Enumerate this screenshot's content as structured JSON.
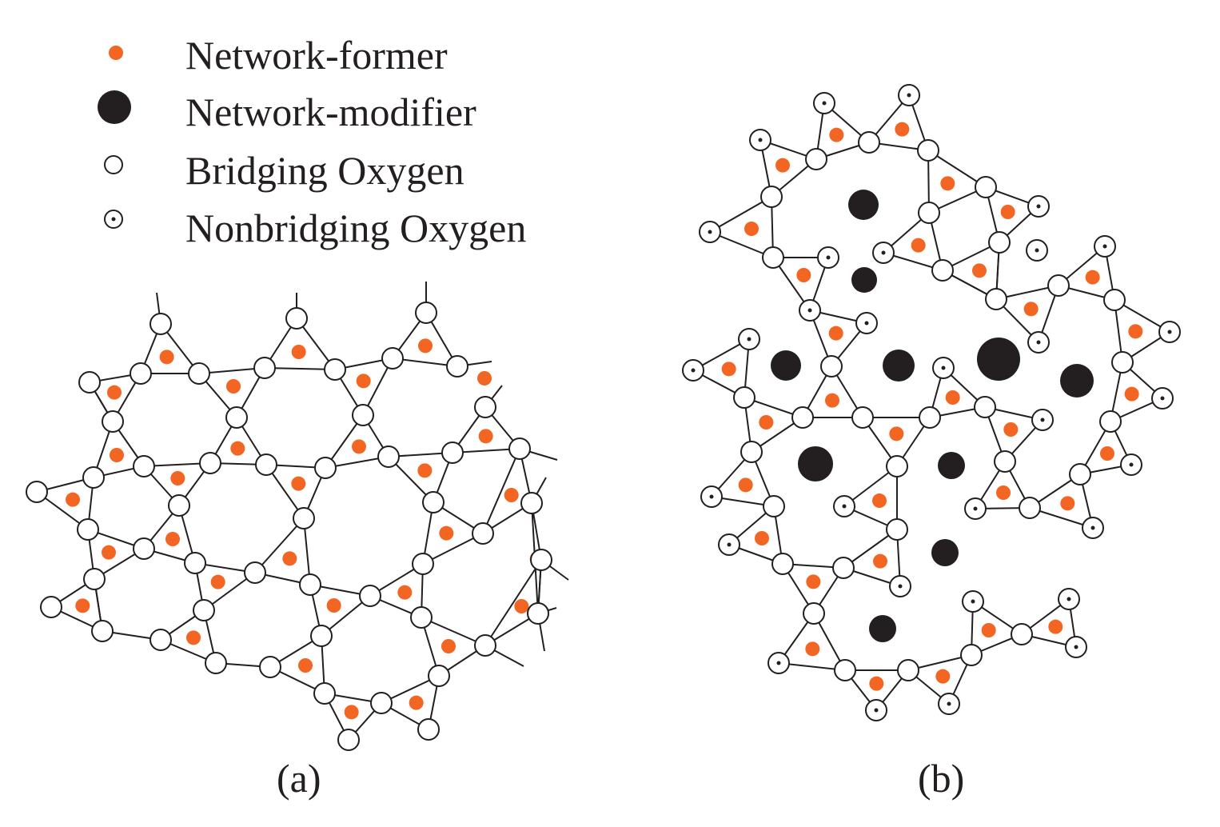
{
  "legend": {
    "network_former": "Network-former",
    "network_modifier": "Network-modifier",
    "bridging_oxygen": "Bridging Oxygen",
    "nonbridging_oxygen": "Nonbridging Oxygen"
  },
  "captions": {
    "a": "(a)",
    "b": "(b)"
  },
  "colors": {
    "former": "#f26522",
    "modifier": "#231f20",
    "line": "#231f20",
    "oxygen_fill": "#ffffff"
  }
}
